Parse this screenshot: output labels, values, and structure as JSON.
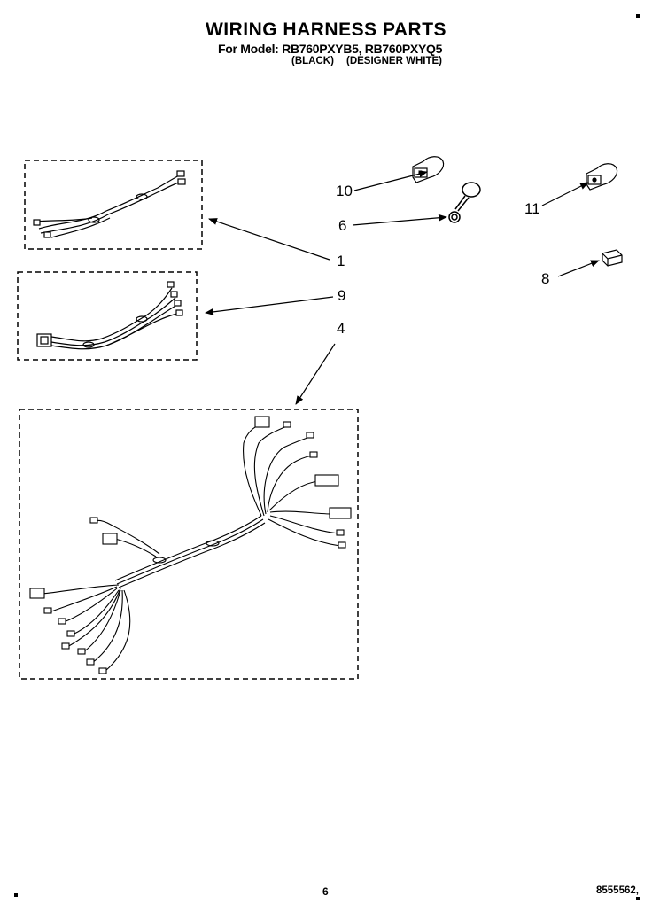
{
  "header": {
    "title": "WIRING HARNESS PARTS",
    "models": "For Model: RB760PXYB5, RB760PXYQ5",
    "color_black": "(BLACK)",
    "color_white": "(DESIGNER WHITE)"
  },
  "callouts": [
    "1",
    "4",
    "6",
    "8",
    "9",
    "10",
    "11"
  ],
  "footer": {
    "page": "6",
    "doc": "8555562,"
  }
}
